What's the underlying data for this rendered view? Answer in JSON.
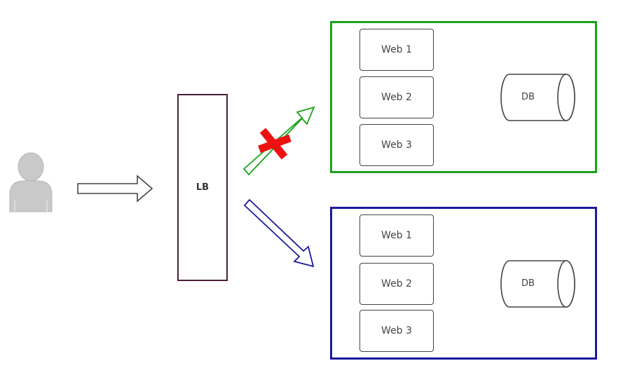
{
  "load_balancer": {
    "label": "LB"
  },
  "environments": [
    {
      "color": "#1aa31a",
      "servers": [
        {
          "label": "Web 1"
        },
        {
          "label": "Web 2"
        },
        {
          "label": "Web 3"
        }
      ],
      "database": {
        "label": "DB"
      }
    },
    {
      "color": "#1a1a9c",
      "servers": [
        {
          "label": "Web 1"
        },
        {
          "label": "Web 2"
        },
        {
          "label": "Web 3"
        }
      ],
      "database": {
        "label": "DB"
      }
    }
  ],
  "colors": {
    "lb_border": "#4a1e36",
    "blocked_mark": "#ee1111",
    "user_icon": "#c9c9c9"
  }
}
